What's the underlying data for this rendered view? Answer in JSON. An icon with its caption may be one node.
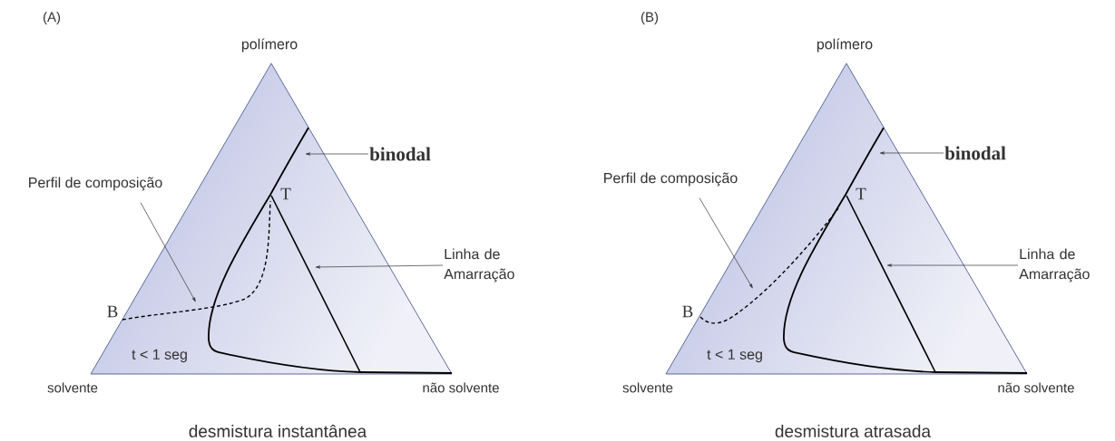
{
  "diagram": {
    "nodes": [
      {
        "text": [
          "binodal"
        ]
      },
      {
        "text": [
          "Perfil de composição"
        ]
      },
      {
        "text": [
          "Linha de Amarração"
        ]
      },
      {
        "text": [
          "binodal"
        ]
      },
      {
        "text": [
          "Perfil de composição"
        ]
      },
      {
        "text": [
          "Linha de Amarração"
        ]
      }
    ],
    "edges": [
      {
        "from": 0,
        "to": null,
        "arrow": "to"
      },
      {
        "from": 1,
        "to": null,
        "arrow": "to"
      },
      {
        "from": 2,
        "to": null,
        "arrow": "to"
      },
      {
        "from": 3,
        "to": null,
        "arrow": "to"
      },
      {
        "from": 4,
        "to": null,
        "arrow": "to"
      },
      {
        "from": 5,
        "to": null,
        "arrow": "to"
      }
    ],
    "labels": [
      "(A)",
      "polímero",
      "T",
      "B",
      "t < 1 seg",
      "solvente",
      "não solvente",
      "desmistura instantânea",
      "(B)",
      "polímero",
      "T",
      "B",
      "t < 1 seg",
      "solvente",
      "não solvente",
      "desmistura atrasada"
    ]
  }
}
